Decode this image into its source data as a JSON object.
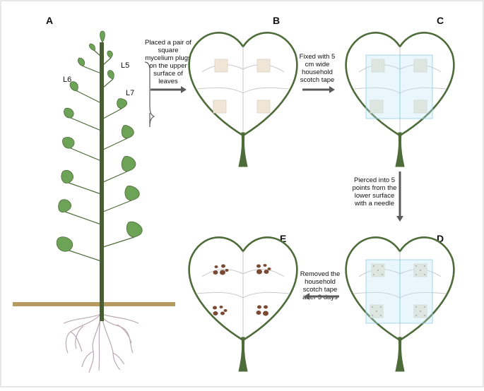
{
  "panels": {
    "a": "A",
    "b": "B",
    "c": "C",
    "d": "D",
    "e": "E"
  },
  "leaf_labels": {
    "l5": "L5",
    "l6": "L6",
    "l7": "L7"
  },
  "steps": {
    "a_to_b": [
      "Placed a pair of",
      "square",
      "mycelium plugs",
      "on the upper",
      "surface of",
      "leaves"
    ],
    "b_to_c": [
      "Fixed with 5",
      "cm wide",
      "household",
      "scotch tape"
    ],
    "c_to_d": [
      "Pierced into 5",
      "points from the",
      "lower surface",
      "with a needle"
    ],
    "d_to_e": [
      "Removed the",
      "household",
      "scotch tape",
      "after 3 days"
    ]
  },
  "colors": {
    "stem": "#4a5e33",
    "leaf": "#6da356",
    "leaf_outline": "#4e6b3a",
    "ground": "#b59a62",
    "roots": "#b9a9b3",
    "plug": "#efe6d8",
    "tape": "#bfe6f3",
    "lesion": "#7a4a33",
    "arrow": "#5b5b5b"
  }
}
